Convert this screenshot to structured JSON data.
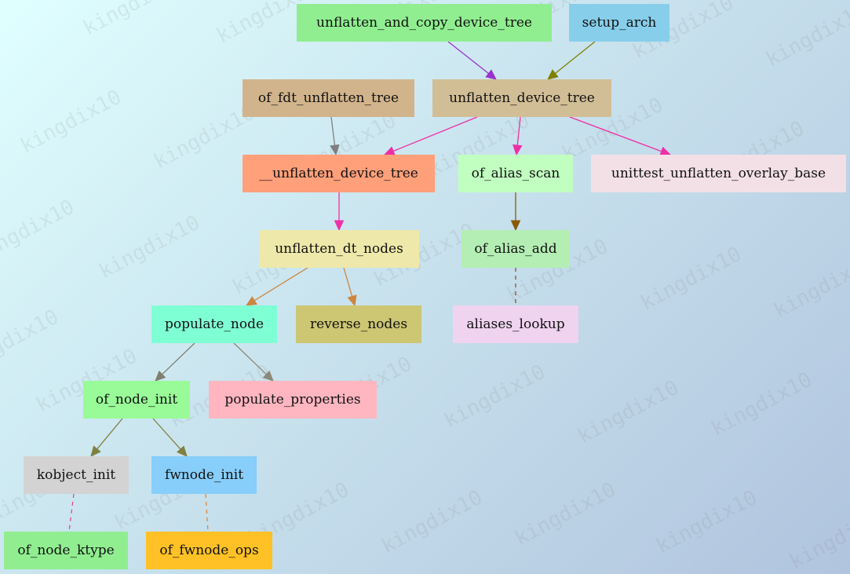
{
  "watermark": "kingdix10",
  "nodes": [
    {
      "id": "n1",
      "label": "unflatten_and_copy_device_tree",
      "color": "#90ee90"
    },
    {
      "id": "n2",
      "label": "setup_arch",
      "color": "#87ceeb"
    },
    {
      "id": "n3",
      "label": "of_fdt_unflatten_tree",
      "color": "#d2b48c"
    },
    {
      "id": "n4",
      "label": "unflatten_device_tree",
      "color": "#d2be96"
    },
    {
      "id": "n5",
      "label": "__unflatten_device_tree",
      "color": "#ffa07a"
    },
    {
      "id": "n6",
      "label": "of_alias_scan",
      "color": "#c1ffc1"
    },
    {
      "id": "n7",
      "label": "unittest_unflatten_overlay_base",
      "color": "#f2e0e6"
    },
    {
      "id": "n8",
      "label": "unflatten_dt_nodes",
      "color": "#eee8aa"
    },
    {
      "id": "n9",
      "label": "of_alias_add",
      "color": "#b4eeb4"
    },
    {
      "id": "n10",
      "label": "populate_node",
      "color": "#7fffd4"
    },
    {
      "id": "n11",
      "label": "reverse_nodes",
      "color": "#cdc673"
    },
    {
      "id": "n12",
      "label": "aliases_lookup",
      "color": "#efd3ef"
    },
    {
      "id": "n13",
      "label": "of_node_init",
      "color": "#98fb98"
    },
    {
      "id": "n14",
      "label": "populate_properties",
      "color": "#ffb6c1"
    },
    {
      "id": "n15",
      "label": "kobject_init",
      "color": "#d3d3d3"
    },
    {
      "id": "n16",
      "label": "fwnode_init",
      "color": "#87cefa"
    },
    {
      "id": "n17",
      "label": "of_node_ktype",
      "color": "#90ee90"
    },
    {
      "id": "n18",
      "label": "of_fwnode_ops",
      "color": "#ffc125"
    }
  ],
  "edges": [
    {
      "from": "n1",
      "to": "n4",
      "color": "#9932cc",
      "style": "solid"
    },
    {
      "from": "n2",
      "to": "n4",
      "color": "#808000",
      "style": "solid"
    },
    {
      "from": "n3",
      "to": "n5",
      "color": "#808080",
      "style": "solid"
    },
    {
      "from": "n4",
      "to": "n5",
      "color": "#ee30a7",
      "style": "solid"
    },
    {
      "from": "n4",
      "to": "n6",
      "color": "#ee30a7",
      "style": "solid"
    },
    {
      "from": "n4",
      "to": "n7",
      "color": "#ee30a7",
      "style": "solid"
    },
    {
      "from": "n5",
      "to": "n8",
      "color": "#ee30a7",
      "style": "solid"
    },
    {
      "from": "n6",
      "to": "n9",
      "color": "#8b5a00",
      "style": "solid"
    },
    {
      "from": "n8",
      "to": "n10",
      "color": "#cd853f",
      "style": "solid"
    },
    {
      "from": "n8",
      "to": "n11",
      "color": "#cd853f",
      "style": "solid"
    },
    {
      "from": "n9",
      "to": "n12",
      "color": "#8b4513",
      "style": "dashed"
    },
    {
      "from": "n10",
      "to": "n13",
      "color": "#808070",
      "style": "solid"
    },
    {
      "from": "n10",
      "to": "n14",
      "color": "#8b8878",
      "style": "solid"
    },
    {
      "from": "n13",
      "to": "n15",
      "color": "#808040",
      "style": "solid"
    },
    {
      "from": "n13",
      "to": "n16",
      "color": "#808040",
      "style": "solid"
    },
    {
      "from": "n15",
      "to": "n17",
      "color": "#e0407a",
      "style": "dashed"
    },
    {
      "from": "n16",
      "to": "n18",
      "color": "#e08030",
      "style": "dashed"
    }
  ]
}
